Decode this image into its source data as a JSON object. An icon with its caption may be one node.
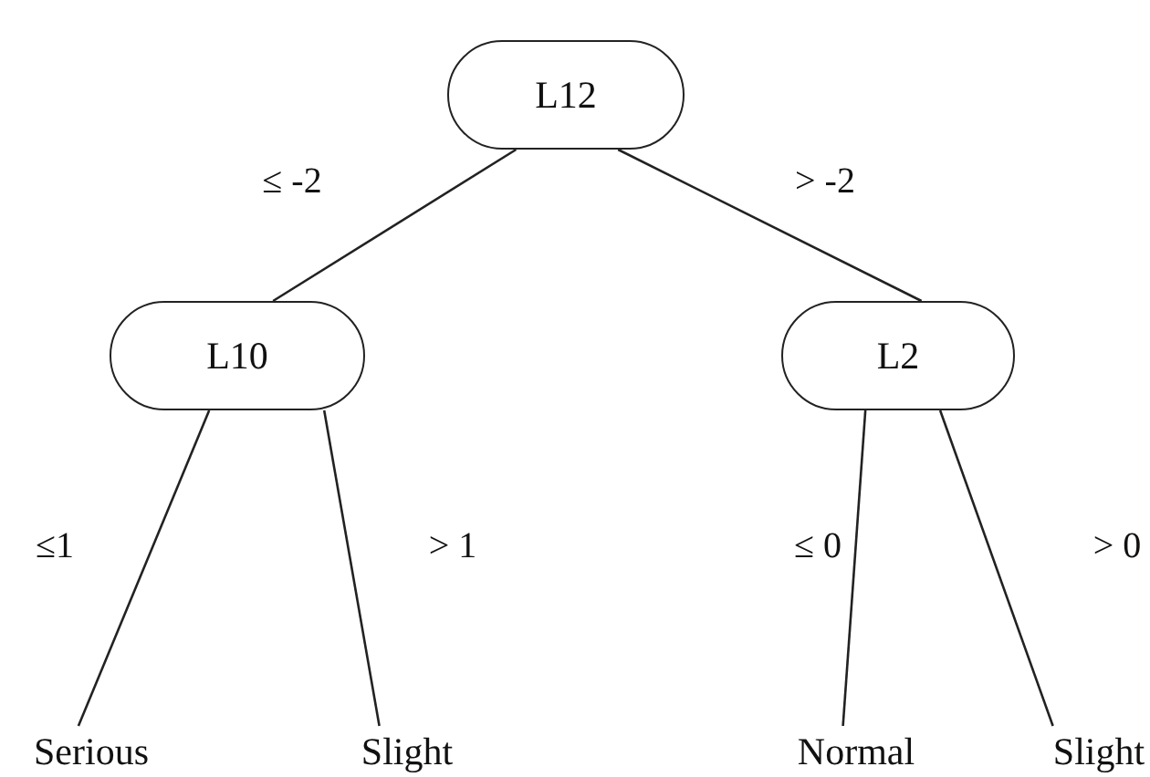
{
  "diagram": {
    "nodes": [
      {
        "text": [
          "L12"
        ]
      },
      {
        "text": [
          "L10"
        ]
      },
      {
        "text": [
          "L2"
        ]
      },
      {
        "text": [
          "Serious"
        ]
      },
      {
        "text": [
          "Slight"
        ]
      },
      {
        "text": [
          "Normal"
        ]
      },
      {
        "text": [
          "Slight"
        ]
      }
    ],
    "edges": [
      {
        "from": 0,
        "to": 1,
        "arrow": "none",
        "label": "≤ -2"
      },
      {
        "from": 0,
        "to": 2,
        "arrow": "none",
        "label": "> -2"
      },
      {
        "from": 1,
        "to": 3,
        "arrow": "none",
        "label": "≤1"
      },
      {
        "from": 1,
        "to": 4,
        "arrow": "none",
        "label": "> 1"
      },
      {
        "from": 2,
        "to": 5,
        "arrow": "none",
        "label": "≤ 0"
      },
      {
        "from": 2,
        "to": 6,
        "arrow": "none",
        "label": "> 0"
      }
    ]
  }
}
